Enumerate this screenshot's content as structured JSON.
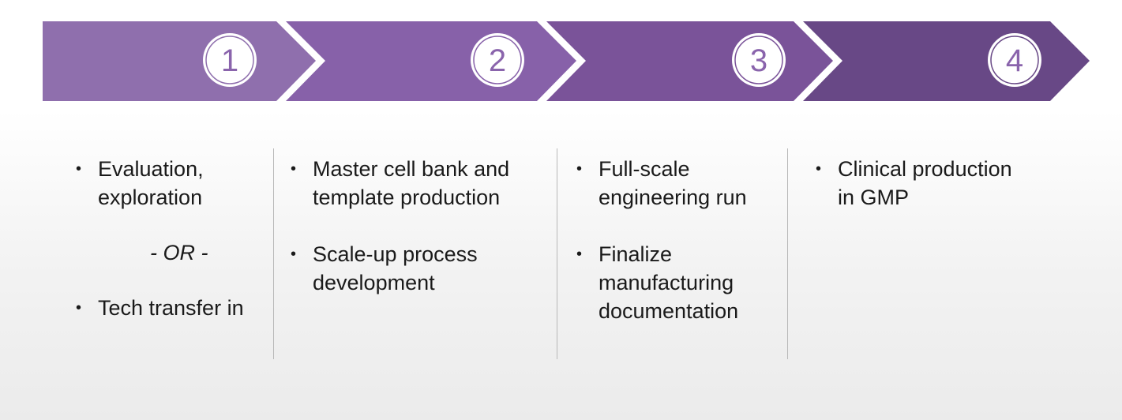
{
  "colors": {
    "step1": "#8f6fad",
    "step2": "#8761a9",
    "step3": "#7a5399",
    "step4": "#684886",
    "circle_text": "#8a64ac"
  },
  "steps": [
    {
      "number": "1",
      "items": [
        {
          "type": "bullet",
          "text_lines": [
            "Evaluation,",
            "exploration"
          ]
        },
        {
          "type": "separator",
          "text": "- OR -"
        },
        {
          "type": "bullet",
          "text_lines": [
            "Tech transfer in"
          ]
        }
      ]
    },
    {
      "number": "2",
      "items": [
        {
          "type": "bullet",
          "text_lines": [
            "Master cell bank and",
            "template production"
          ]
        },
        {
          "type": "bullet",
          "text_lines": [
            "Scale-up process",
            "development"
          ]
        }
      ]
    },
    {
      "number": "3",
      "items": [
        {
          "type": "bullet",
          "text_lines": [
            "Full-scale",
            "engineering run"
          ]
        },
        {
          "type": "bullet",
          "text_lines": [
            "Finalize",
            "manufacturing",
            "documentation"
          ]
        }
      ]
    },
    {
      "number": "4",
      "items": [
        {
          "type": "bullet",
          "text_lines": [
            "Clinical production",
            "in GMP"
          ]
        }
      ]
    }
  ]
}
